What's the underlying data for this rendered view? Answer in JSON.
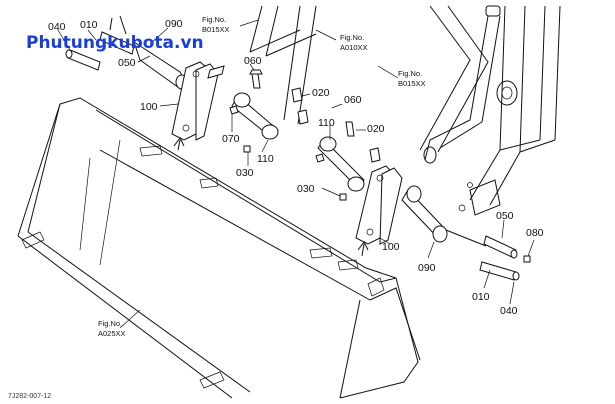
{
  "watermark": "Phutungkubota.vn",
  "drawing_code": "7J282-007-12",
  "fig_refs": [
    {
      "line1": "Fig.No.",
      "line2": "B015XX"
    },
    {
      "line1": "Fig.No.",
      "line2": "A010XX"
    },
    {
      "line1": "Fig.No.",
      "line2": "B015XX"
    },
    {
      "line1": "Fig.No.",
      "line2": "A025XX"
    }
  ],
  "part_labels": [
    "040",
    "010",
    "090",
    "050",
    "060",
    "100",
    "070",
    "030",
    "110",
    "020",
    "060",
    "110",
    "020",
    "030",
    "100",
    "090",
    "050",
    "080",
    "010",
    "040"
  ],
  "colors": {
    "watermark": "#1a3fd8",
    "ink": "#111111"
  }
}
